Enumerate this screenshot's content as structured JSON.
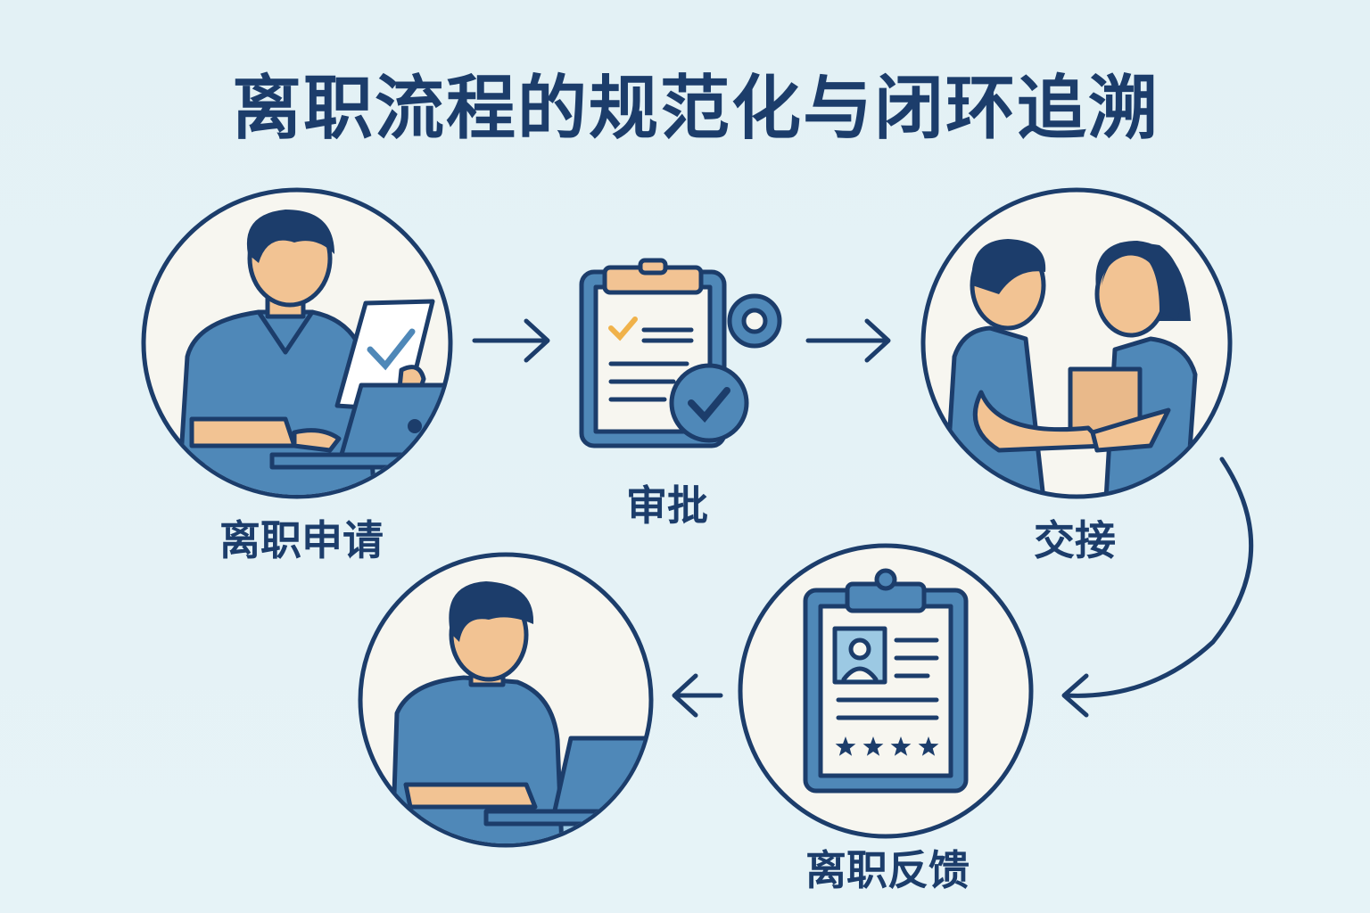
{
  "title": "离职流程的规范化与闭环追溯",
  "steps": [
    {
      "label": "离职申请",
      "icon": "person-laptop-document-icon"
    },
    {
      "label": "审批",
      "icon": "clipboard-gear-check-icon"
    },
    {
      "label": "交接",
      "icon": "handover-people-icon"
    },
    {
      "label": "离职反馈",
      "icon": "clipboard-profile-rating-icon"
    },
    {
      "label": "",
      "icon": "person-laptop-icon"
    }
  ],
  "rating_stars": 4,
  "colors": {
    "background": "#e4f2f6",
    "navy": "#1c3d6b",
    "blue": "#4f88b8",
    "skin": "#f2c393",
    "paper": "#f7f6f0",
    "accent": "#f0b24a"
  }
}
